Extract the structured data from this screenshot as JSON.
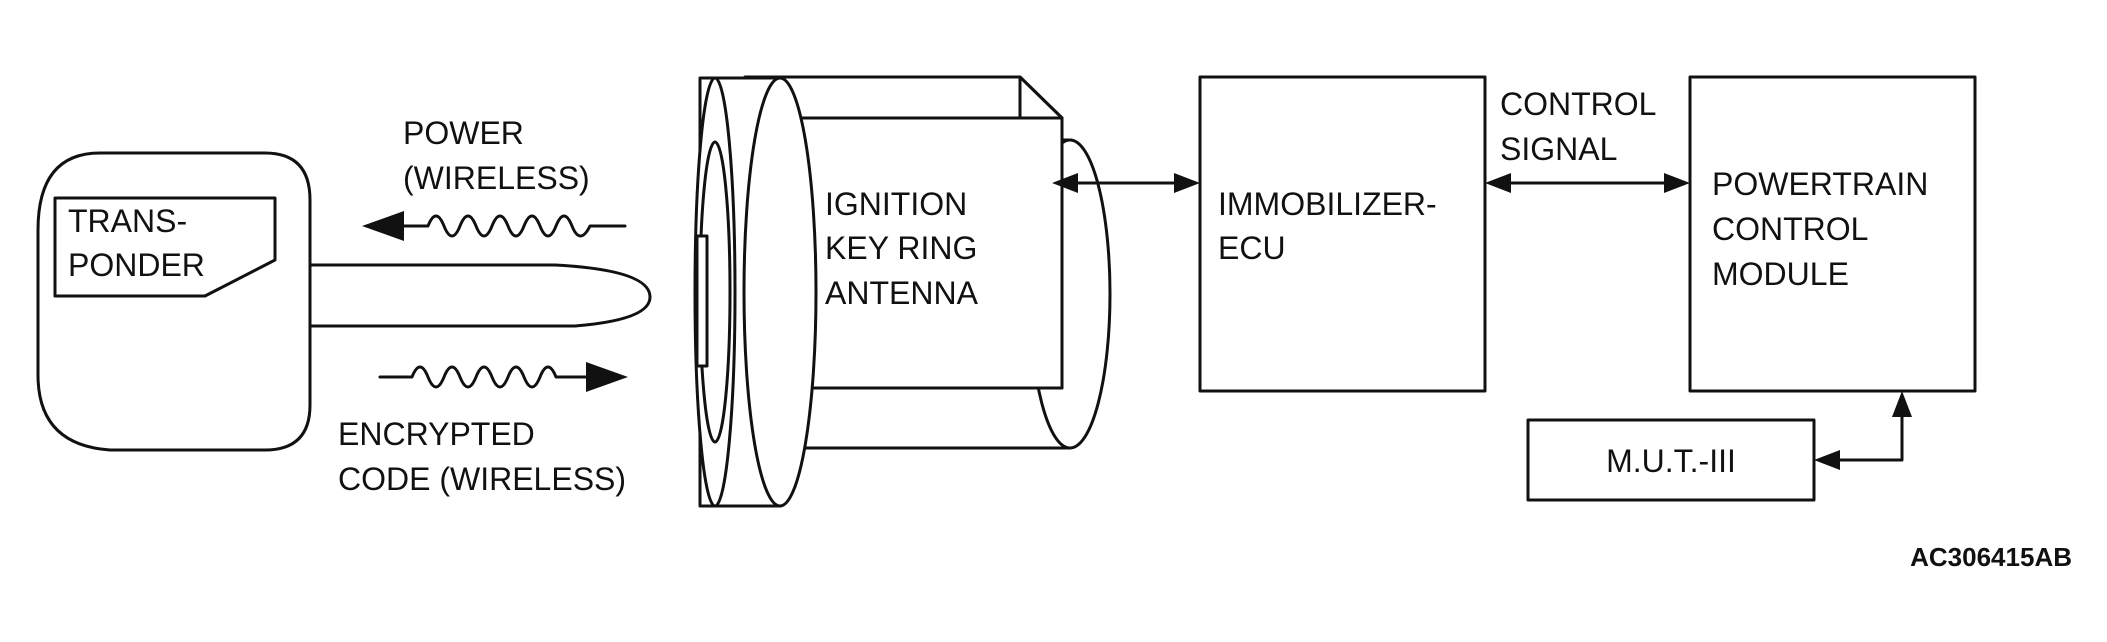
{
  "diagram": {
    "transponder_label": [
      "TRANS-",
      "PONDER"
    ],
    "power_label": [
      "POWER",
      "(WIRELESS)"
    ],
    "encrypted_label": [
      "ENCRYPTED",
      "CODE (WIRELESS)"
    ],
    "antenna_label": [
      "IGNITION",
      "KEY RING",
      "ANTENNA"
    ],
    "immobilizer_label": [
      "IMMOBILIZER-",
      "ECU"
    ],
    "control_signal_label": [
      "CONTROL",
      "SIGNAL"
    ],
    "pcm_label": [
      "POWERTRAIN",
      "CONTROL",
      "MODULE"
    ],
    "mut_label": "M.U.T.-III",
    "reference_code": "AC306415AB"
  },
  "colors": {
    "line": "#111111",
    "background": "#ffffff"
  }
}
